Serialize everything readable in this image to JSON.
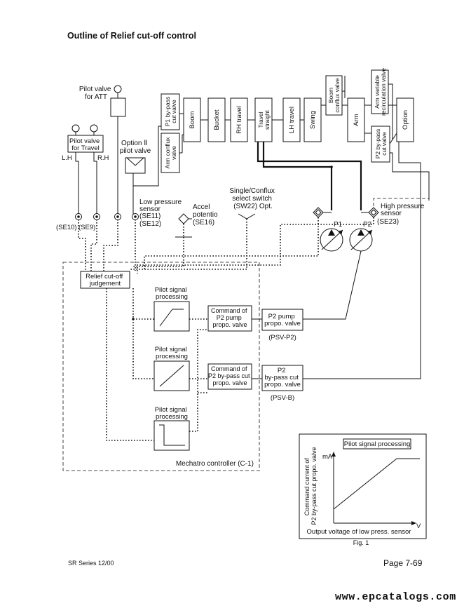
{
  "page": {
    "title": "Outline of Relief cut-off control",
    "footer_left": "SR Series 12/00",
    "footer_right": "Page 7-69",
    "watermark": "www.epcatalogs.com"
  },
  "valves": {
    "pilot_att": [
      "Pilot valve",
      "for ATT"
    ],
    "pilot_travel": [
      "Pilot valve",
      "for Travel"
    ],
    "lh": "L.H",
    "rh": "R.H",
    "option2": [
      "Option Ⅱ",
      "pilot valve"
    ],
    "control_blocks": [
      "P1 by-pass cut valve",
      "Boom",
      "Bucket",
      "RH travel",
      "Travel straight",
      "LH travel",
      "Swing",
      "Boom conflux valve",
      "Arm",
      "Arm variable recirculation valve",
      "P2 by-pass cut valve",
      "Option",
      "Arm conflux valve"
    ]
  },
  "sensors": {
    "low_pressure": [
      "Low pressure",
      "sensor",
      "(SE11)",
      "(SE12)"
    ],
    "accel": [
      "Accel",
      "potentio",
      "(SE16)"
    ],
    "select_switch": [
      "Single/Conflux",
      "select switch",
      "(SW22) Opt."
    ],
    "high_pressure": [
      "High pressure",
      "sensor",
      "(SE23)"
    ],
    "se10": "(SE10)",
    "se9": "(SE9)"
  },
  "pumps": {
    "p1": "P1",
    "p2": "P2"
  },
  "controller": {
    "relief": [
      "Relief cut-off",
      "judgement"
    ],
    "pilot_signal": [
      "Pilot signal",
      "processing"
    ],
    "cmd_pump": [
      "Command of",
      "P2 pump",
      "propo. valve"
    ],
    "cmd_bypass": [
      "Command of",
      "P2 by-pass cut",
      "propo. valve"
    ],
    "p2_pump_valve": [
      "P2 pump",
      "propo. valve"
    ],
    "p2_bypass_valve": [
      "P2",
      "by-pass cut",
      "propo. valve"
    ],
    "psv_p2": "(PSV-P2)",
    "psv_b": "(PSV-B)",
    "name": "Mechatro controller (C-1)"
  },
  "fig1": {
    "label": "Pilot signal processing",
    "y_unit": "mA",
    "y_axis": [
      "Command current of",
      "P2 by-pass cut propo. valve"
    ],
    "x_axis": "Output voltage of low press. sensor",
    "x_unit": "V",
    "caption": "Fig. 1"
  }
}
